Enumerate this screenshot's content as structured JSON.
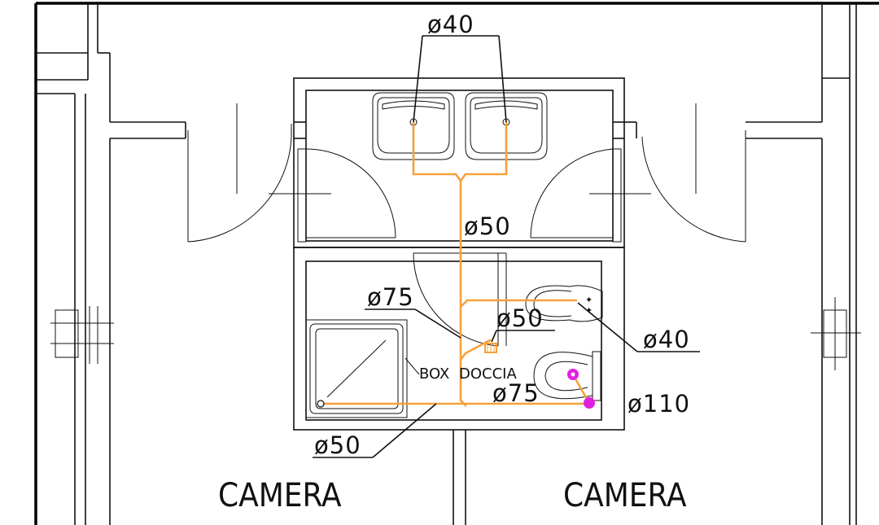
{
  "colors": {
    "pipe": "#f5a13a",
    "drain": "#e020e0",
    "wall": "#111111",
    "background": "#ffffff"
  },
  "labels": {
    "sinks_diameter": "ø40",
    "main_vertical_diameter": "ø50",
    "shower_branch_diameter": "ø75",
    "bidet_branch_diameter": "ø50",
    "bidet_diameter": "ø40",
    "wc_diameter": "ø110",
    "horizontal_diameter": "ø75",
    "shower_drain_diameter": "ø50",
    "box": "BOX",
    "doccia": "DOCCIA",
    "room_left": "CAMERA",
    "room_right": "CAMERA"
  }
}
